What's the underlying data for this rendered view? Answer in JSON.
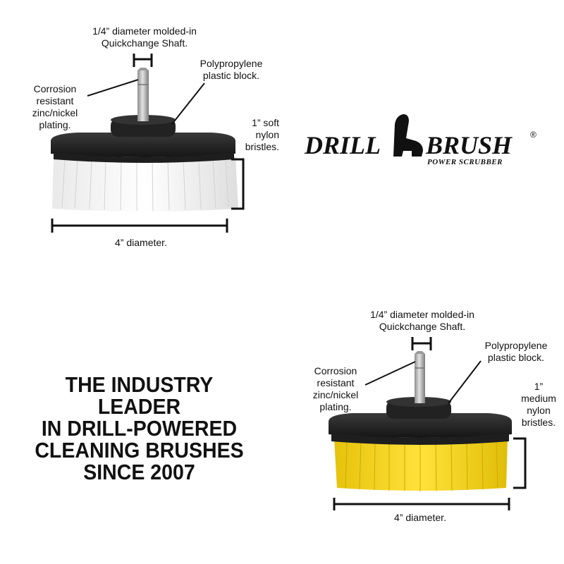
{
  "white_brush": {
    "shaft_label": [
      "1/4” diameter molded-in",
      "Quickchange Shaft."
    ],
    "block_label": [
      "Polypropylene",
      "plastic block."
    ],
    "plating_label": [
      "Corrosion",
      "resistant",
      "zinc/nickel",
      "plating."
    ],
    "bristle_label": [
      "1” soft",
      "nylon",
      "bristles."
    ],
    "diameter_label": "4” diameter."
  },
  "yellow_brush": {
    "shaft_label": [
      "1/4” diameter molded-in",
      "Quickchange Shaft."
    ],
    "block_label": [
      "Polypropylene",
      "plastic block."
    ],
    "plating_label": [
      "Corrosion",
      "resistant",
      "zinc/nickel",
      "plating."
    ],
    "bristle_label": [
      "1”",
      "medium",
      "nylon",
      "bristles."
    ],
    "diameter_label": "4” diameter."
  },
  "logo": {
    "word1": "DRILL",
    "word2": "BRUSH",
    "tagline": "POWER SCRUBBER",
    "registered": "®"
  },
  "headline": [
    "THE INDUSTRY LEADER",
    "IN DRILL-POWERED",
    "CLEANING BRUSHES",
    "SINCE 2007"
  ],
  "colors": {
    "white_bristles": "#f4f4f4",
    "yellow_bristles": "#f2d31a",
    "block": "#2b2b2b",
    "shaft": "#b9b9b9"
  }
}
